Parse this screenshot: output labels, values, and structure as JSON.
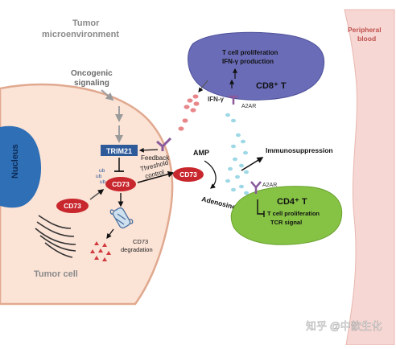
{
  "labels": {
    "tme_line1": "Tumor",
    "tme_line2": "microenvironment",
    "peripheral_line1": "Peripheral",
    "peripheral_line2": "blood",
    "oncogenic_line1": "Oncogenic",
    "oncogenic_line2": "signaling",
    "nucleus": "Nucleus",
    "trim21": "TRIM21",
    "feedback": "Feedback",
    "cd73_inner": "CD73",
    "cd73_left": "CD73",
    "cd73_surface": "CD73",
    "threshold_line1": "Threshold",
    "threshold_line2": "control",
    "ub1": "ub",
    "ub2": "ub",
    "ub3": "ub",
    "degradation_line1": "CD73",
    "degradation_line2": "degradation",
    "tumor_cell": "Tumor cell",
    "cd8_line1": "T cell proliferation",
    "cd8_line2": "IFN-γ production",
    "cd8_name": "CD8⁺ T",
    "ifng": "IFN-γ",
    "a2ar_top": "A2AR",
    "amp": "AMP",
    "adenosine": "Adenosine",
    "immunosuppression": "Immunosuppression",
    "a2ar_bottom": "A2AR",
    "cd4_name": "CD4⁺ T",
    "cd4_line1": "T cell proliferation",
    "cd4_line2": "TCR signal",
    "watermark": "知乎 @中歆生化"
  },
  "colors": {
    "tumor_fill": "#fbe3d6",
    "nucleus": "#2f6fb6",
    "trim21_box": "#2f5a9a",
    "cd73": "#c8272d",
    "cd8_fill": "#6a6cb8",
    "cd4_fill": "#86c345",
    "vessel": "#f6d7d3",
    "receptor": "#8a5a9c",
    "dot_red": "#e8868a",
    "dot_blue": "#9ed8e6"
  }
}
